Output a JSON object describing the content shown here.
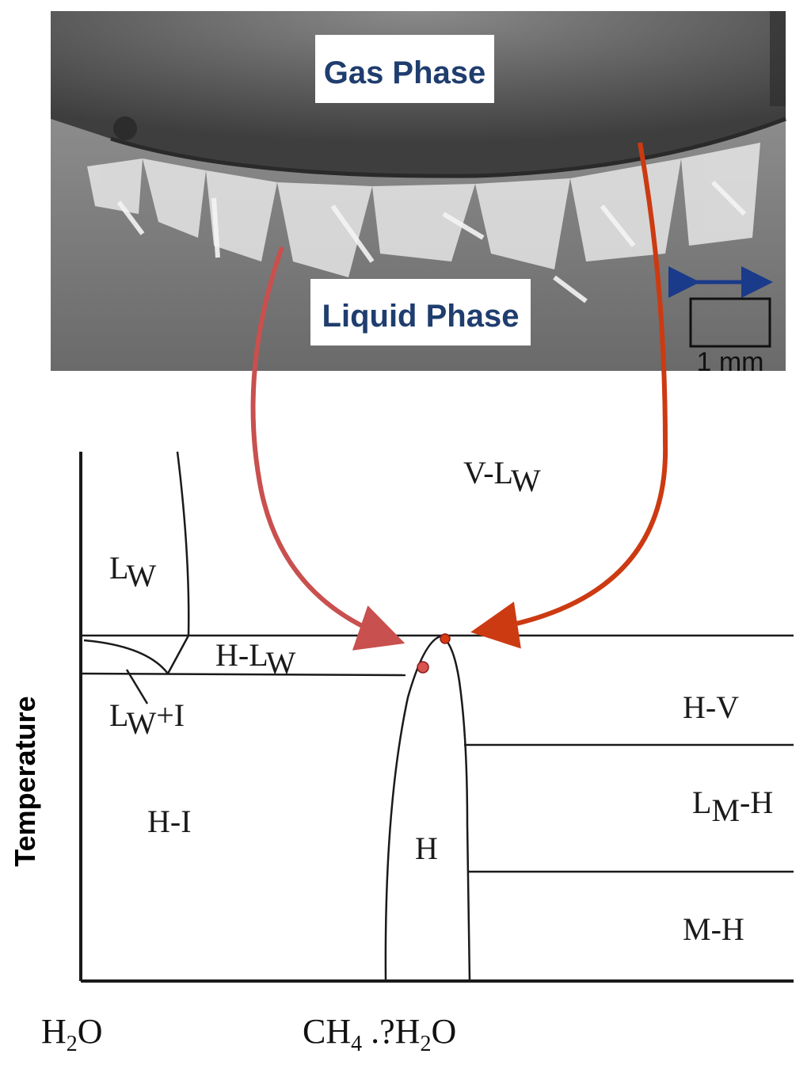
{
  "photo": {
    "gas_label": "Gas Phase",
    "liquid_label": "Liquid Phase",
    "scale_label": "1 mm"
  },
  "diagram": {
    "y_axis_label": "Temperature",
    "regions": {
      "v_lw": {
        "main": "V-L",
        "sub": "W"
      },
      "lw": {
        "main": "L",
        "sub": "W"
      },
      "h_lw": {
        "main": "H-L",
        "sub": "W"
      },
      "lw_i": {
        "main": "L",
        "sub": "W",
        "tail": "+I"
      },
      "h_v": "H-V",
      "lm_h": {
        "main": "L",
        "sub": "M",
        "tail": "-H"
      },
      "h_i": "H-I",
      "h": "H",
      "m_h": "M-H"
    },
    "x_left": {
      "a": "H",
      "sub": "2",
      "b": "O"
    },
    "x_mid": {
      "a": "CH",
      "sub1": "4",
      "b": " .?H",
      "sub2": "2",
      "c": "O"
    }
  },
  "colors": {
    "arrow_left": "#c8504e",
    "arrow_right": "#cc3a12",
    "photo_label": "#1f3d6e",
    "scale_arrow": "#1a3a8a",
    "line": "#1a1a1a"
  }
}
